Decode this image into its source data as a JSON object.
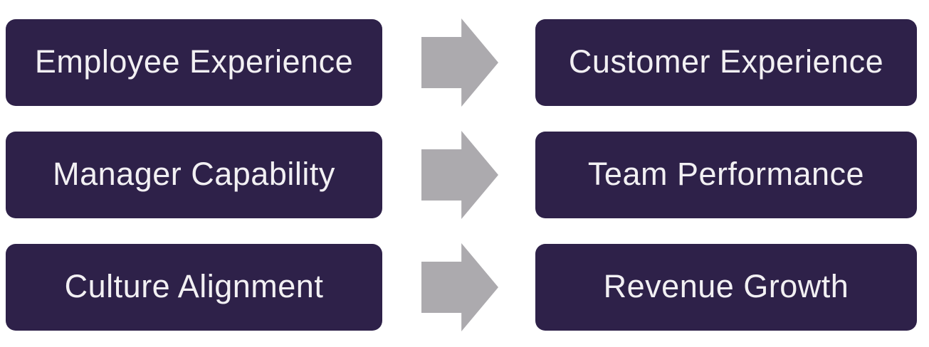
{
  "diagram": {
    "type": "flow",
    "description": "Three horizontal cause-to-effect pairs, dark purple rounded boxes linked by gray right-pointing arrows",
    "colors": {
      "box": "#2E2149",
      "arrow": "#ACAAAE",
      "text": "#F2F0F3",
      "background": "#FFFFFF"
    },
    "rows": [
      {
        "from": "Employee Experience",
        "to": "Customer Experience"
      },
      {
        "from": "Manager Capability",
        "to": "Team Performance"
      },
      {
        "from": "Culture Alignment",
        "to": "Revenue Growth"
      }
    ]
  }
}
